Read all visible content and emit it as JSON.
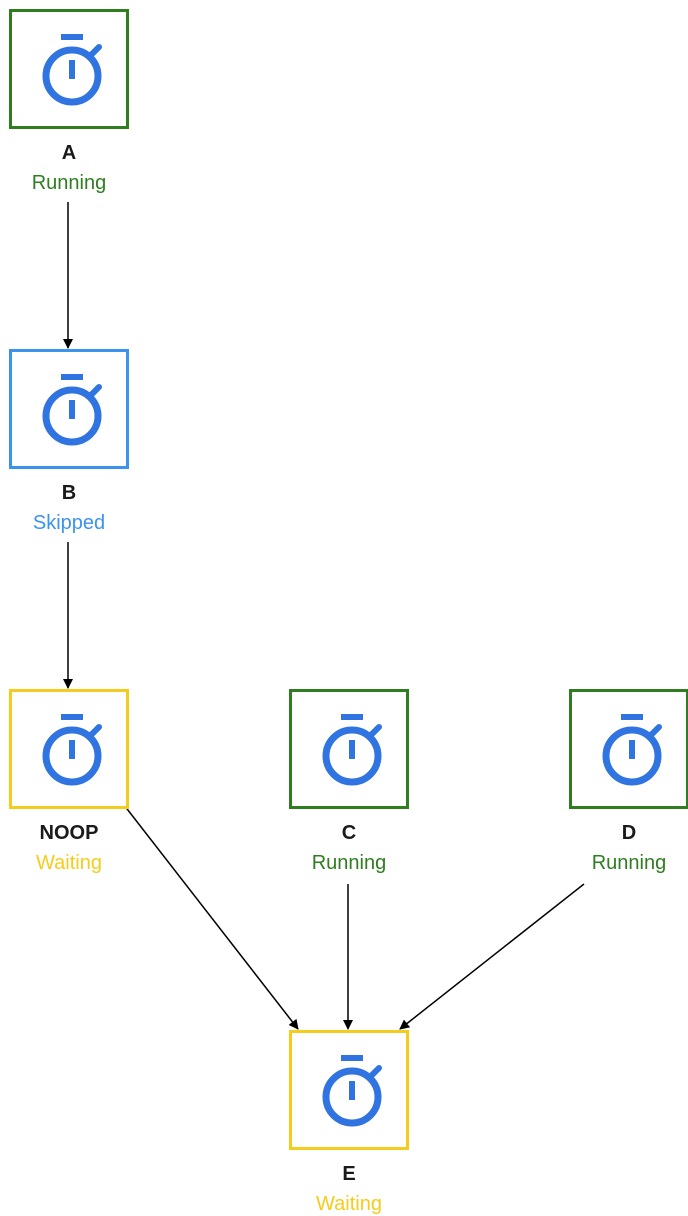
{
  "colors": {
    "running": "#2e7d1f",
    "skipped": "#3b93f0",
    "waiting": "#f5cc1c",
    "icon": "#2f74e0",
    "edge": "#000000"
  },
  "icon_name": "stopwatch-icon",
  "nodes": [
    {
      "id": "A",
      "label": "A",
      "status": "Running",
      "state": "running"
    },
    {
      "id": "B",
      "label": "B",
      "status": "Skipped",
      "state": "skipped"
    },
    {
      "id": "NOOP",
      "label": "NOOP",
      "status": "Waiting",
      "state": "waiting"
    },
    {
      "id": "C",
      "label": "C",
      "status": "Running",
      "state": "running"
    },
    {
      "id": "D",
      "label": "D",
      "status": "Running",
      "state": "running"
    },
    {
      "id": "E",
      "label": "E",
      "status": "Waiting",
      "state": "waiting"
    }
  ],
  "edges": [
    {
      "from": "A",
      "to": "B"
    },
    {
      "from": "B",
      "to": "NOOP"
    },
    {
      "from": "NOOP",
      "to": "E"
    },
    {
      "from": "C",
      "to": "E"
    },
    {
      "from": "D",
      "to": "E"
    }
  ]
}
